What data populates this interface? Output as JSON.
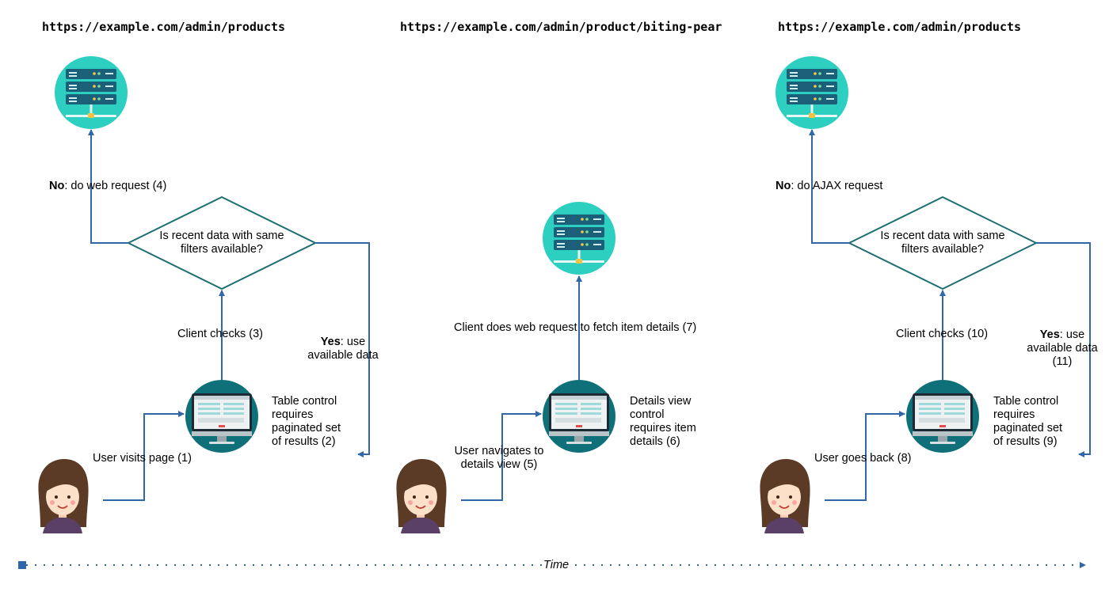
{
  "colors": {
    "arrow": "#2f67a8",
    "diamond": "#1e6e73",
    "server_bg": "#2ccfc0",
    "server_unit": "#1b5f78",
    "monitor_bg": "#0f7079",
    "hair": "#5b3a26",
    "skin": "#fde0c8",
    "shirt": "#5a3f66"
  },
  "panels": [
    {
      "url": "https://example.com/admin/products",
      "user_action": "User visits page (1)",
      "control_text": [
        "Table control",
        "requires",
        "paginated set",
        "of results (2)"
      ],
      "client_action": "Client checks (3)",
      "decision": [
        "Is recent data with same",
        "filters available?"
      ],
      "no_bold": "No",
      "no_text": ": do web request (4)",
      "yes_bold": "Yes",
      "yes_text_1": ": use",
      "yes_text_2": "available data"
    },
    {
      "url": "https://example.com/admin/product/biting-pear",
      "user_action": [
        "User navigates to",
        "details view (5)"
      ],
      "control_text": [
        "Details view",
        "control",
        "requires item",
        "details (6)"
      ],
      "client_action": "Client does web request to fetch item details (7)"
    },
    {
      "url": "https://example.com/admin/products",
      "user_action": "User goes back (8)",
      "control_text": [
        "Table control",
        "requires",
        "paginated set",
        "of results (9)"
      ],
      "client_action": "Client checks (10)",
      "decision": [
        "Is recent data with same",
        "filters available?"
      ],
      "no_bold": "No",
      "no_text": ": do AJAX request",
      "yes_bold": "Yes",
      "yes_text_1": ": use",
      "yes_text_2": "available data",
      "yes_text_3": "(11)"
    }
  ],
  "timeline": {
    "label": "Time"
  }
}
